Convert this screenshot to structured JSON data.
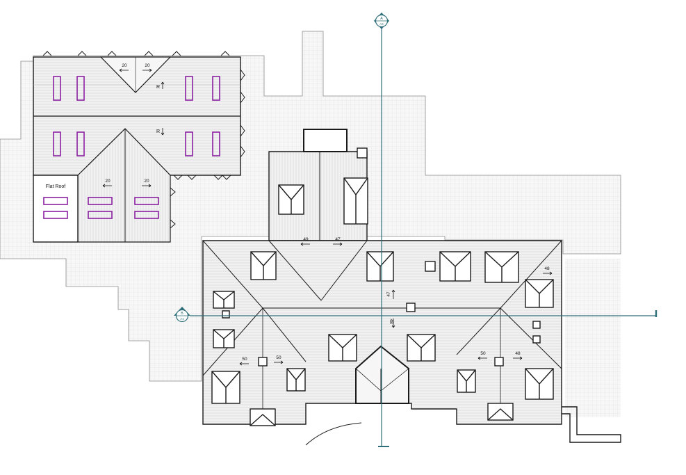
{
  "roof_plan": {
    "flat_roof_label": "Flat Roof",
    "pitch_labels": [
      "20",
      "20",
      "20",
      "20",
      "49",
      "47",
      "48",
      "47",
      "48",
      "50",
      "50",
      "50",
      "48"
    ],
    "ridge_marks": [
      "R",
      "R"
    ]
  },
  "section_markers": [
    {
      "letter": "A",
      "sheet": "A4"
    },
    {
      "letter": "B",
      "sheet": "A4"
    }
  ],
  "colors": {
    "roof_fill": "#efefef",
    "wall_line": "#1a1a1a",
    "skylight": "#8a1fa3",
    "section_line": "#2f6f7a",
    "hatch": "#d8d8d8"
  }
}
